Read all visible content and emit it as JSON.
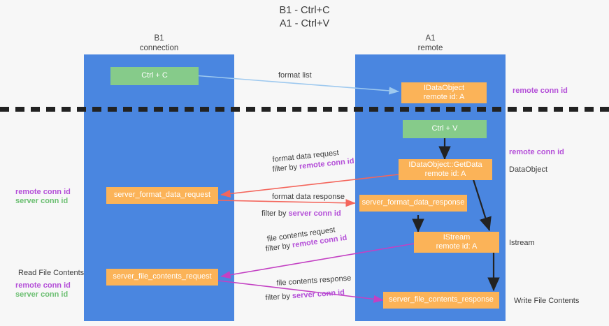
{
  "title": {
    "line1": "B1 - Ctrl+C",
    "line2": "A1 - Ctrl+V"
  },
  "columns": [
    {
      "name": "B1",
      "role": "connection"
    },
    {
      "name": "A1",
      "role": "remote"
    }
  ],
  "boxes": {
    "ctrl_c": {
      "label": "Ctrl + C"
    },
    "ctrl_v": {
      "label": "Ctrl + V"
    },
    "idataobject": {
      "label": "IDataObject",
      "sub": "remote id: A"
    },
    "idataobject_getdata": {
      "label": "IDataObject::GetData",
      "sub": "remote id: A"
    },
    "istream": {
      "label": "IStream",
      "sub": "remote id: A"
    },
    "server_format_data_request": {
      "label": "server_format_data_request"
    },
    "server_format_data_response": {
      "label": "server_format_data_response"
    },
    "server_file_contents_request": {
      "label": "server_file_contents_request"
    },
    "server_file_contents_response": {
      "label": "server_file_contents_response"
    }
  },
  "edges": {
    "format_list": {
      "label": "format list"
    },
    "format_data_request": {
      "label": "format data request",
      "filter_prefix": "filter by ",
      "filter_key": "remote conn id"
    },
    "format_data_response": {
      "label": "format data response",
      "filter_prefix": "filter by ",
      "filter_key": "server conn id"
    },
    "file_contents_request": {
      "label": "file contents request",
      "filter_prefix": "filter by ",
      "filter_key": "remote conn id"
    },
    "file_contents_response": {
      "label": "file contents response",
      "filter_prefix": "filter by ",
      "filter_key": "server conn id"
    }
  },
  "annotations": {
    "right_top_remote_conn_id": "remote conn id",
    "right_mid_remote_conn_id": "remote conn id",
    "right_dataobject": "DataObject",
    "right_istream": "Istream",
    "right_write_file_contents": "Write File Contents",
    "left_remote_conn_id": "remote conn id",
    "left_server_conn_id": "server conn id",
    "left_read_file_contents": "Read File Contents",
    "left_bottom_remote_conn_id": "remote conn id",
    "left_bottom_server_conn_id": "server conn id"
  },
  "colors": {
    "lane": "#4a86e0",
    "green_box": "#86cb8a",
    "orange_box": "#fbb358",
    "purple_text": "#b44fd8",
    "green_text": "#6cbf72",
    "arrow_lightblue": "#9ec9ef",
    "arrow_red": "#f4665c",
    "arrow_magenta": "#c341c3",
    "arrow_black": "#222222",
    "background": "#f7f7f7"
  }
}
